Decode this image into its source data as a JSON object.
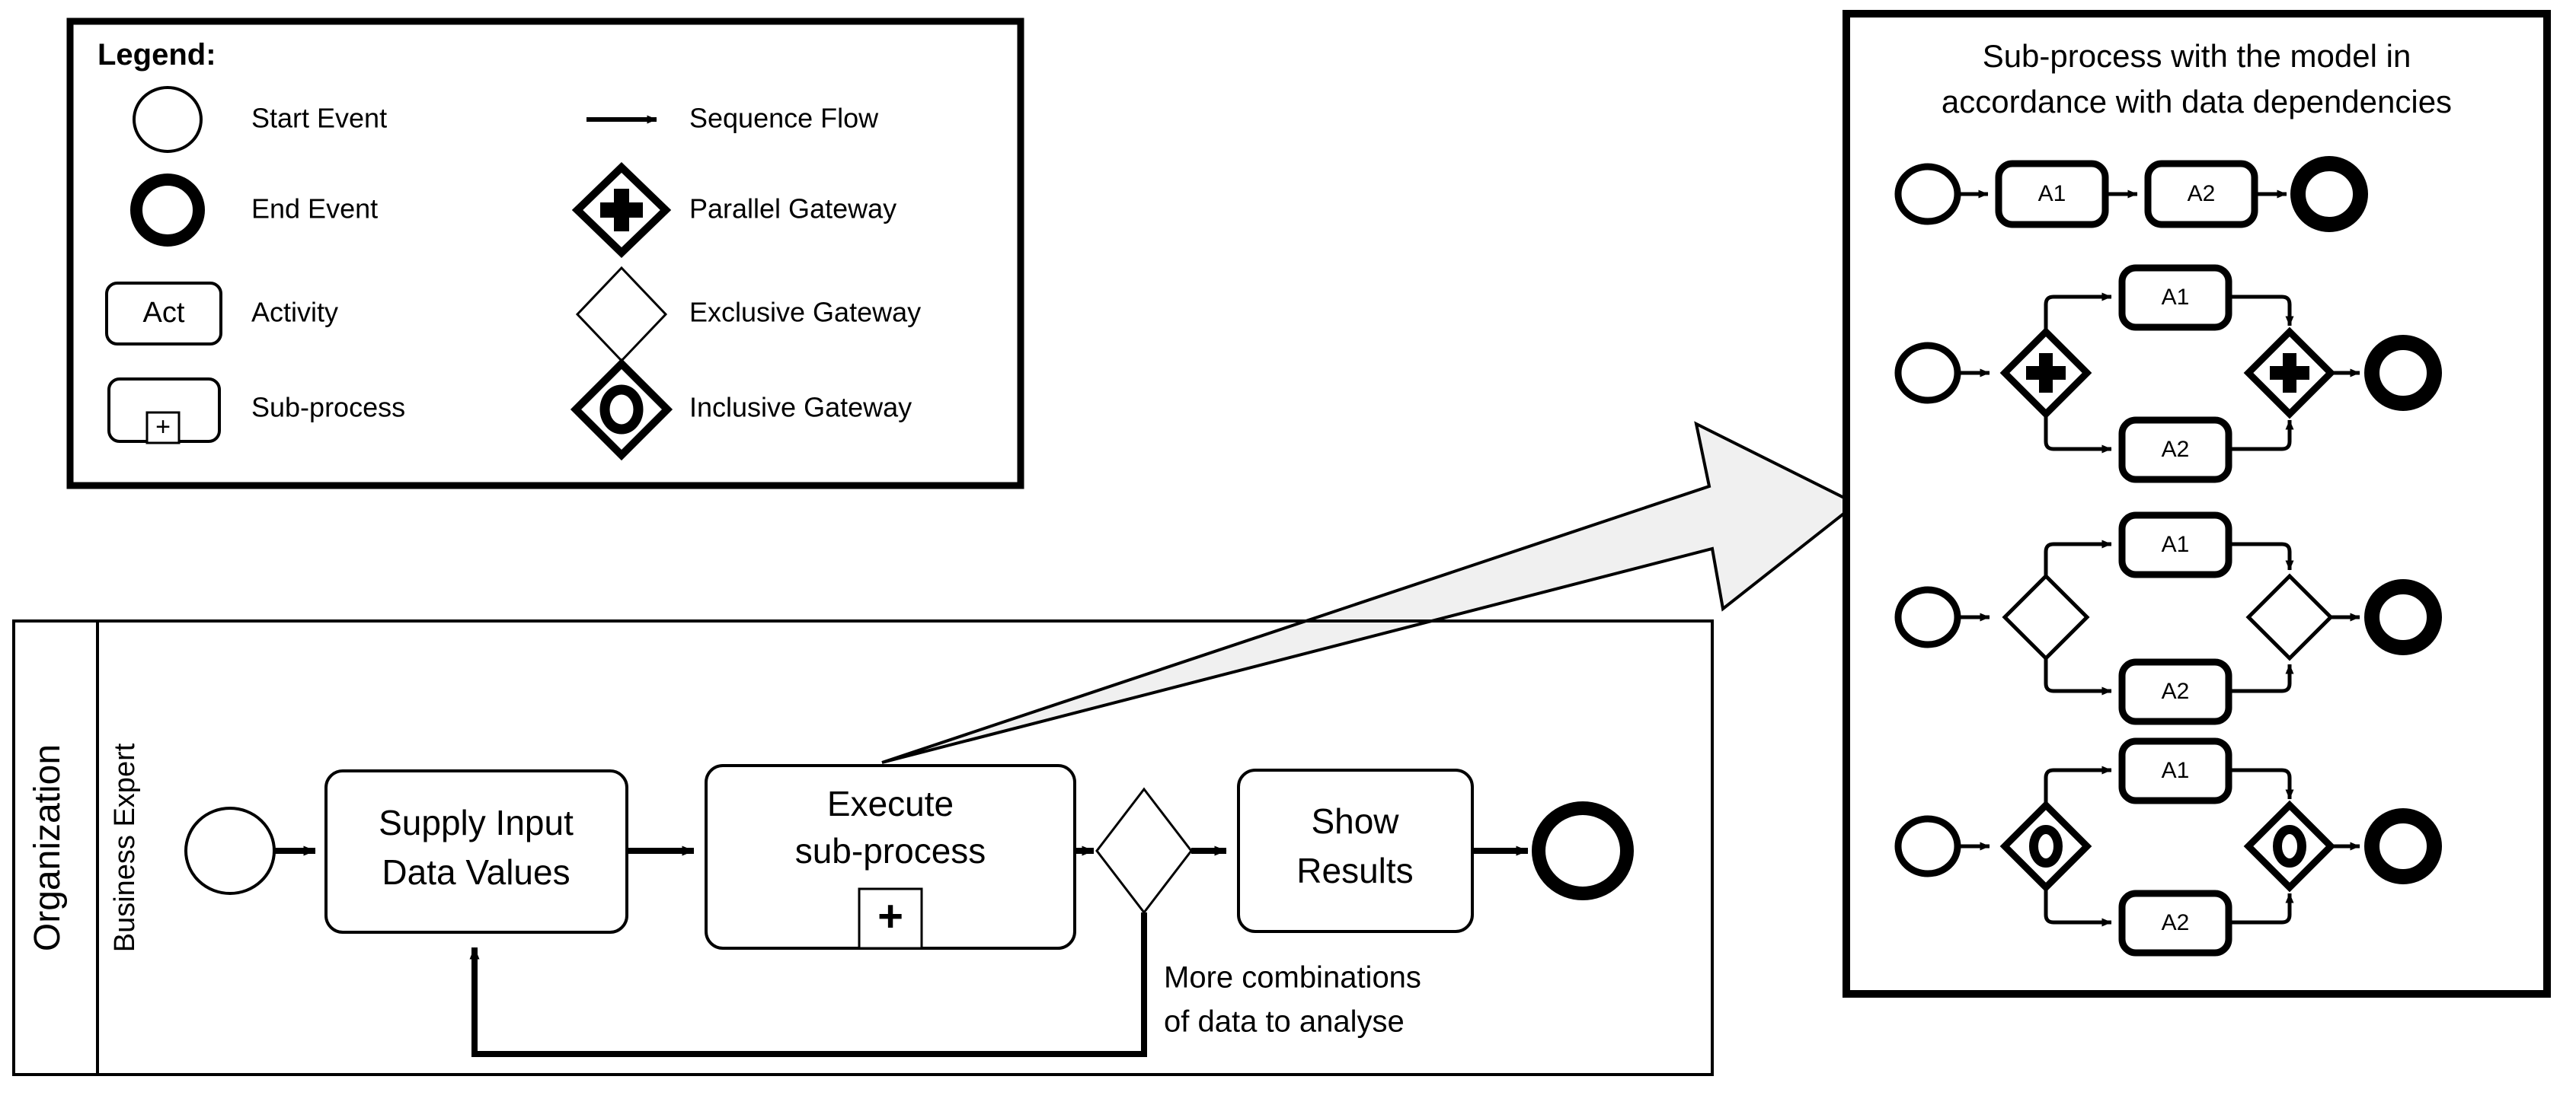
{
  "legend": {
    "title": "Legend:",
    "items": [
      {
        "icon": "start-event-circle",
        "label": "Start Event"
      },
      {
        "icon": "end-event-circle",
        "label": "End Event"
      },
      {
        "icon": "activity-rounded-box",
        "label": "Activity",
        "inner_text": "Act"
      },
      {
        "icon": "sub-process-rounded-box",
        "label": "Sub-process",
        "marker": "+"
      },
      {
        "icon": "sequence-flow-arrow",
        "label": "Sequence Flow"
      },
      {
        "icon": "parallel-gateway-diamond",
        "label": "Parallel Gateway",
        "marker": "+"
      },
      {
        "icon": "exclusive-gateway-diamond",
        "label": "Exclusive Gateway"
      },
      {
        "icon": "inclusive-gateway-diamond",
        "label": "Inclusive Gateway",
        "marker": "O"
      }
    ]
  },
  "pool": {
    "organization_label": "Organization",
    "lane_label": "Business Expert",
    "nodes": {
      "start_event": "start-event",
      "task1_line1": "Supply Input",
      "task1_line2": "Data Values",
      "task2_line1": "Execute",
      "task2_line2": "sub-process",
      "task2_marker": "+",
      "gateway": "exclusive-gateway",
      "task3_line1": "Show",
      "task3_line2": "Results",
      "end_event": "end-event"
    },
    "loop_label_line1": "More combinations",
    "loop_label_line2": "of data to analyse"
  },
  "panel": {
    "title_line1": "Sub-process with the model in",
    "title_line2": "accordance with data dependencies",
    "variants": [
      {
        "type": "sequential",
        "gateway": "none",
        "activities": [
          "A1",
          "A2"
        ]
      },
      {
        "type": "parallel",
        "gateway": "parallel",
        "activities": [
          "A1",
          "A2"
        ],
        "gateway_marker": "+"
      },
      {
        "type": "exclusive",
        "gateway": "exclusive",
        "activities": [
          "A1",
          "A2"
        ],
        "gateway_marker": ""
      },
      {
        "type": "inclusive",
        "gateway": "inclusive",
        "activities": [
          "A1",
          "A2"
        ],
        "gateway_marker": "O"
      }
    ]
  },
  "callout": {
    "shape": "block-arrow",
    "fill": "#f0f0f0",
    "stroke": "#000000"
  },
  "colors": {
    "stroke": "#000000",
    "fill": "#ffffff",
    "arrow_fill": "#f0f0f0"
  }
}
